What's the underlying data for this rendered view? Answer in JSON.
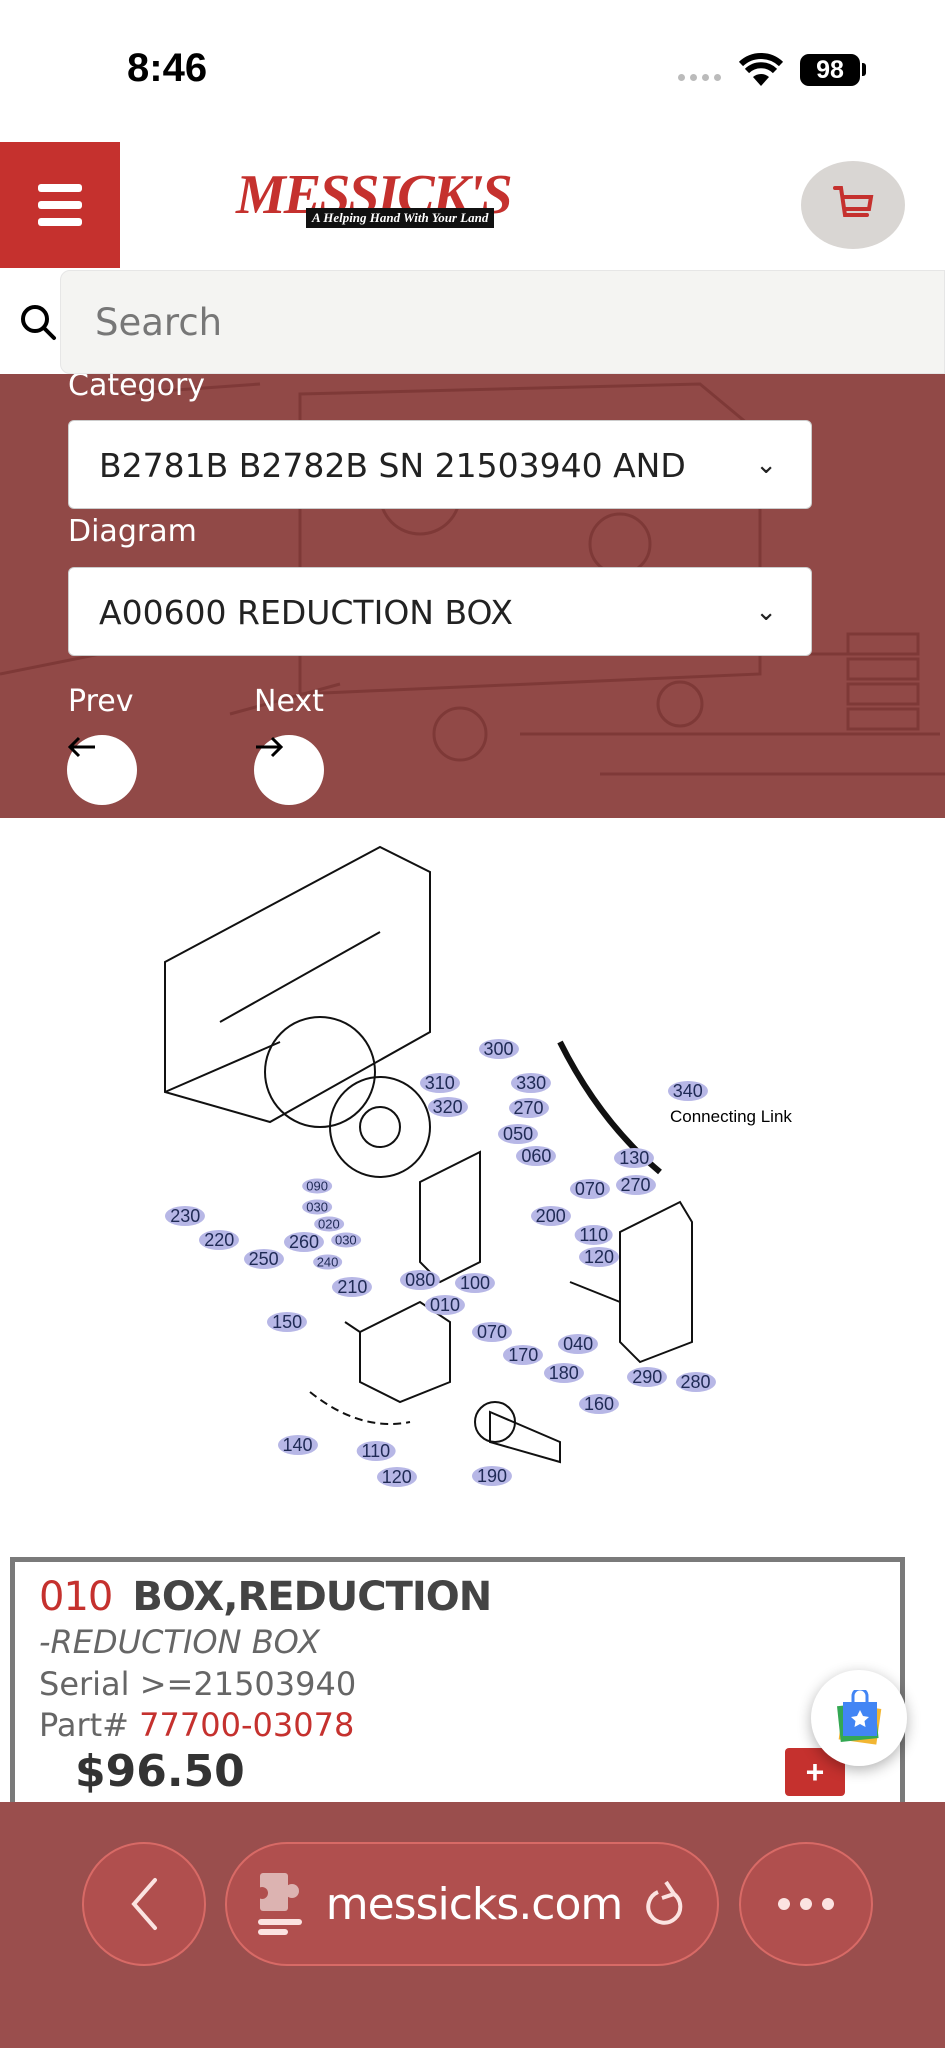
{
  "status_bar": {
    "time": "8:46",
    "battery": "98"
  },
  "header": {
    "logo_text": "MESSICK'S",
    "logo_tagline": "A Helping Hand With Your Land"
  },
  "search": {
    "placeholder": "Search"
  },
  "filters": {
    "category_label": "Category",
    "category_value": "B2781B B2782B SN 21503940 AND",
    "diagram_label": "Diagram",
    "diagram_value": "A00600 REDUCTION BOX",
    "prev_label": "Prev",
    "next_label": "Next"
  },
  "diagram": {
    "callouts": [
      "300",
      "310",
      "320",
      "330",
      "270",
      "340",
      "050",
      "060",
      "130",
      "070",
      "270",
      "090",
      "030",
      "020",
      "030",
      "230",
      "220",
      "250",
      "260",
      "200",
      "110",
      "120",
      "240",
      "210",
      "080",
      "100",
      "010",
      "150",
      "070",
      "170",
      "040",
      "180",
      "290",
      "280",
      "160",
      "140",
      "110",
      "120",
      "190"
    ],
    "connecting_link_note": "Connecting Link"
  },
  "part": {
    "number": "010",
    "name": "BOX,REDUCTION",
    "description": "-REDUCTION BOX",
    "serial": "Serial >=21503940",
    "part_label": "Part#",
    "part_number": "77700-03078",
    "price": "$96.50"
  },
  "browser": {
    "url": "messicks.com"
  },
  "colors": {
    "brand_red": "#c5312e",
    "banner": "#914947",
    "toolbar": "#9a4e4d"
  }
}
